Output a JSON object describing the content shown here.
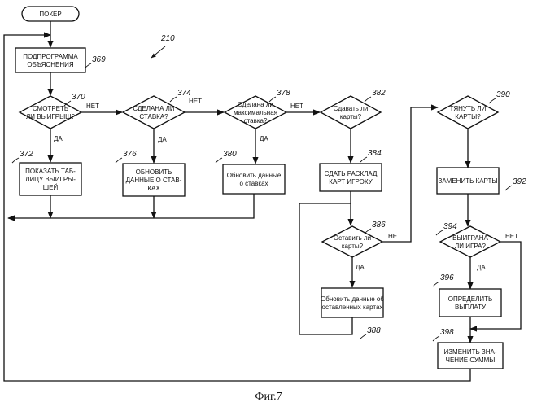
{
  "figure_number": "210",
  "caption": "Фиг.7",
  "nodes": {
    "start": {
      "text": [
        "ПОКЕР"
      ]
    },
    "n369": {
      "ref": "369",
      "text": [
        "ПОДПРОГРАММА",
        "ОБЪЯСНЕНИЯ"
      ]
    },
    "n370": {
      "ref": "370",
      "text": [
        "СМОТРЕТЬ",
        "ЛИ ВЫИГРЫШ?"
      ]
    },
    "n372": {
      "ref": "372",
      "text": [
        "ПОКАЗАТЬ ТАБ-",
        "ЛИЦУ ВЫИГРЫ-",
        "ШЕЙ"
      ]
    },
    "n374": {
      "ref": "374",
      "text": [
        "СДЕЛАНА ЛИ",
        "СТАВКА?"
      ]
    },
    "n376": {
      "ref": "376",
      "text": [
        "ОБНОВИТЬ",
        "ДАННЫЕ О СТАВ-",
        "КАХ"
      ]
    },
    "n378": {
      "ref": "378",
      "text": [
        "Сделана ли",
        "максимальная",
        "ставка?"
      ]
    },
    "n380": {
      "ref": "380",
      "text": [
        "Обновить данные",
        "о ставках"
      ]
    },
    "n382": {
      "ref": "382",
      "text": [
        "Сдавать ли",
        "карты?"
      ]
    },
    "n384": {
      "ref": "384",
      "text": [
        "СДАТЬ РАСКЛАД",
        "КАРТ ИГРОКУ"
      ]
    },
    "n386": {
      "ref": "386",
      "text": [
        "Оставить ли",
        "карты?"
      ]
    },
    "n388": {
      "ref": "388",
      "text": [
        "Обновить данные об",
        "оставленных картах"
      ]
    },
    "n390": {
      "ref": "390",
      "text": [
        "ТЯНУТЬ ЛИ",
        "КАРТЫ?"
      ]
    },
    "n392": {
      "ref": "392",
      "text": [
        "ЗАМЕНИТЬ КАРТЫ"
      ]
    },
    "n394": {
      "ref": "394",
      "text": [
        "ВЫИГРАНА",
        "ЛИ ИГРА?"
      ]
    },
    "n396": {
      "ref": "396",
      "text": [
        "ОПРЕДЕЛИТЬ",
        "ВЫПЛАТУ"
      ]
    },
    "n398": {
      "ref": "398",
      "text": [
        "ИЗМЕНИТЬ ЗНА-",
        "ЧЕНИЕ СУММЫ"
      ]
    }
  },
  "edge_labels": {
    "yes": "ДА",
    "no": "НЕТ"
  }
}
